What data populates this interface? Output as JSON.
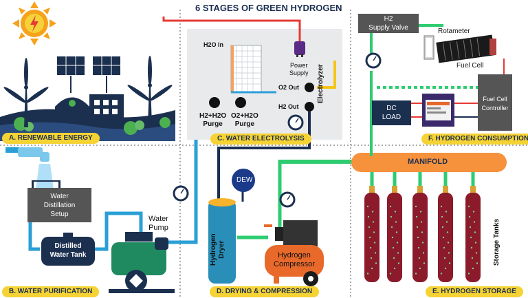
{
  "title": "6 STAGES OF GREEN HYDROGEN",
  "sections": {
    "a": "A. RENEWABLE ENERGY",
    "b": "B. WATER PURIFICATION",
    "c": "C. WATER  ELECTROLYSIS",
    "d": "D. DRYING & COMPRESSION",
    "e": "E. HYDROGEN STORAGE",
    "f": "F. HYDROGEN CONSUMPTION"
  },
  "labels": {
    "h2o_in": "H2O In",
    "power_supply_1": "Power",
    "power_supply_2": "Supply",
    "o2_out": "O2 Out",
    "h2_out": "H2 Out",
    "h2_purge_1": "H2+H2O",
    "h2_purge_2": "Purge",
    "o2_purge_1": "O2+H2O",
    "o2_purge_2": "Purge",
    "electrolyzer": "Electrolyzer",
    "distill_1": "Water",
    "distill_2": "Distillation",
    "distill_3": "Setup",
    "tank_1": "Distilled",
    "tank_2": "Water Tank",
    "pump_1": "Water",
    "pump_2": "Pump",
    "dew": "DEW",
    "dryer_1": "Hydrogen",
    "dryer_2": "Dryer",
    "comp_1": "Hydrogen",
    "comp_2": "Compressor",
    "manifold": "MANIFOLD",
    "storage_tanks": "Storage Tanks",
    "valve_1": "H2",
    "valve_2": "Supply Valve",
    "rotameter": "Rotameter",
    "fuel_cell": "Fuel Cell",
    "fcc_1": "Fuel Cell",
    "fcc_2": "Controller",
    "dc_1": "DC",
    "dc_2": "LOAD"
  },
  "colors": {
    "green_pipe": "#2ecc71",
    "blue_pipe": "#2a9fd6",
    "red_wire": "#e53935",
    "yellow_wire": "#f5c518",
    "navy": "#1b2f4f",
    "cylinder": "#8b1a2b",
    "manifold": "#f6913c",
    "section_tag": "#f6d334"
  }
}
